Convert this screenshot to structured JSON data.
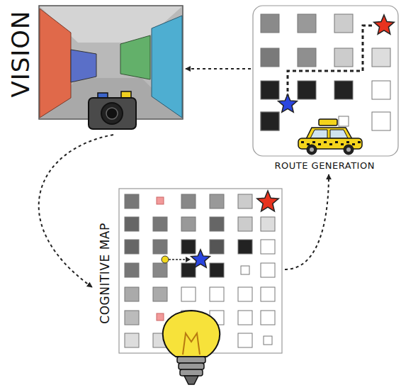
{
  "diagram": {
    "nodes": [
      {
        "text": [
          "VISION"
        ]
      },
      {
        "text": [
          "ROUTE GENERATION"
        ]
      },
      {
        "text": [
          "COGNITIVE MAP"
        ]
      }
    ],
    "edges": [
      {
        "from": 1,
        "to": 0,
        "arrow": "to"
      },
      {
        "from": 0,
        "to": 2,
        "arrow": "to"
      },
      {
        "from": 2,
        "to": 1,
        "arrow": "to"
      }
    ]
  }
}
